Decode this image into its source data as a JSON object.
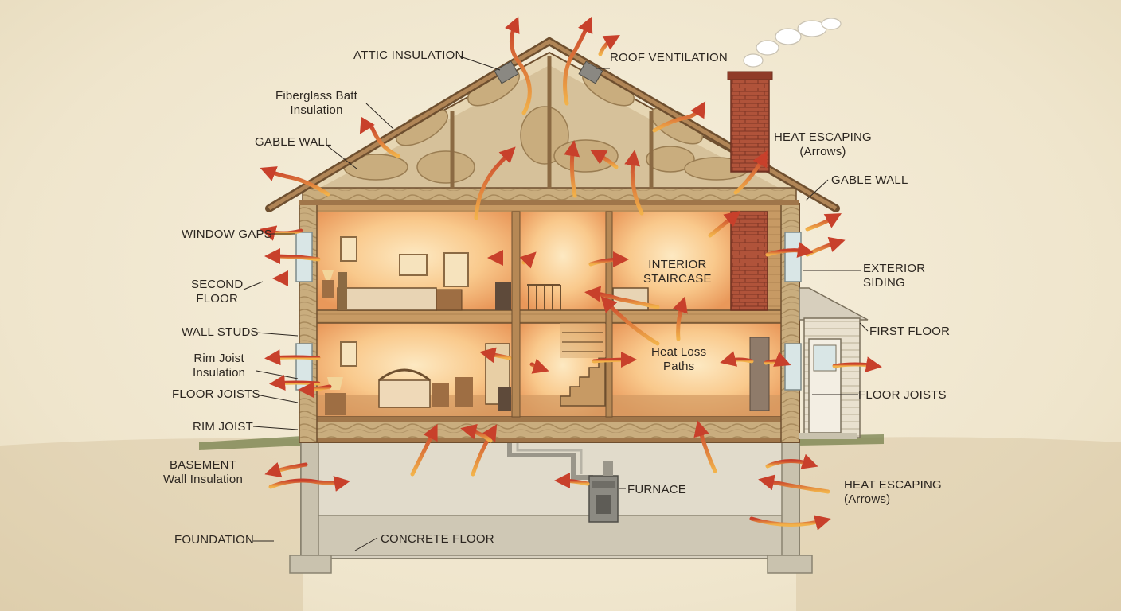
{
  "labels": {
    "attic_insulation": "ATTIC INSULATION",
    "roof_ventilation": "ROOF VENTILATION",
    "fiberglass_batt": "Fiberglass Batt\nInsulation",
    "gable_wall_left": "GABLE WALL",
    "gable_wall_right": "GABLE WALL",
    "heat_escaping_top": "HEAT ESCAPING\n(Arrows)",
    "window_gaps": "WINDOW GAPS",
    "second_floor": "SECOND\nFLOOR",
    "wall_studs": "WALL STUDS",
    "rim_joist_insulation": "Rim Joist\nInsulation",
    "floor_joists_left": "FLOOR JOISTS",
    "rim_joist": "RIM JOIST",
    "basement_wall_insulation": "BASEMENT\nWall Insulation",
    "foundation": "FOUNDATION",
    "concrete_floor": "CONCRETE FLOOR",
    "furnace": "FURNACE",
    "heat_escaping_bottom": "HEAT ESCAPING\n(Arrows)",
    "floor_joists_right": "FLOOR JOISTS",
    "first_floor": "FIRST FLOOR",
    "exterior_siding": "EXTERIOR\nSIDING",
    "interior_staircase": "INTERIOR\nSTAIRCASE",
    "heat_loss_paths": "Heat Loss\nPaths"
  },
  "colors": {
    "background": "#f4ecd9",
    "room_glow": "#fbd49a",
    "heat_arrow": "#c8402b",
    "wood": "#a0764a",
    "insulation": "#c9ad7e",
    "concrete": "#d9d2c0",
    "brick": "#a64a34",
    "ink": "#2c2620"
  },
  "icons": [
    "heat-arrow-icon",
    "smoke-icon",
    "roof-vent-icon",
    "furnace-icon",
    "chimney-icon"
  ]
}
